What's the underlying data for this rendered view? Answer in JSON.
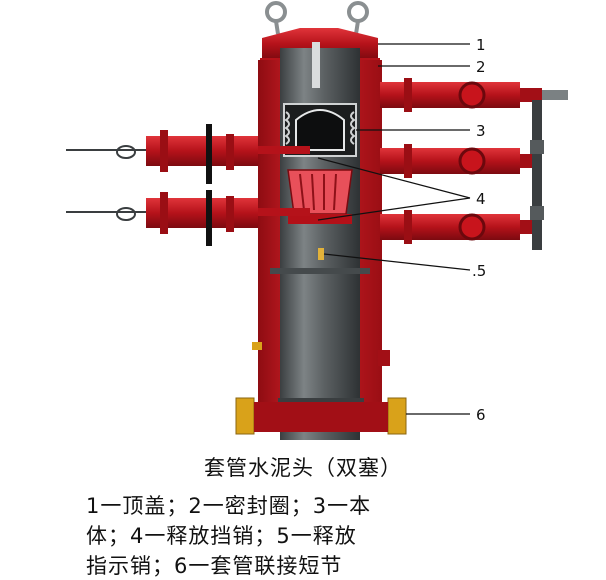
{
  "callouts": [
    "1",
    "2",
    "3",
    "4",
    ".5",
    "6"
  ],
  "caption": {
    "title": "套管水泥头（双塞）",
    "legend_lines": [
      "1一顶盖；2一密封圈；3一本",
      "体；4一释放挡销；5一释放",
      "指示销；6一套管联接短节"
    ]
  },
  "colors": {
    "body_red": "#c8141c",
    "steel": "#5f6466",
    "inner_dark": "#2b2f31",
    "plug_pink": "#e8505a"
  }
}
